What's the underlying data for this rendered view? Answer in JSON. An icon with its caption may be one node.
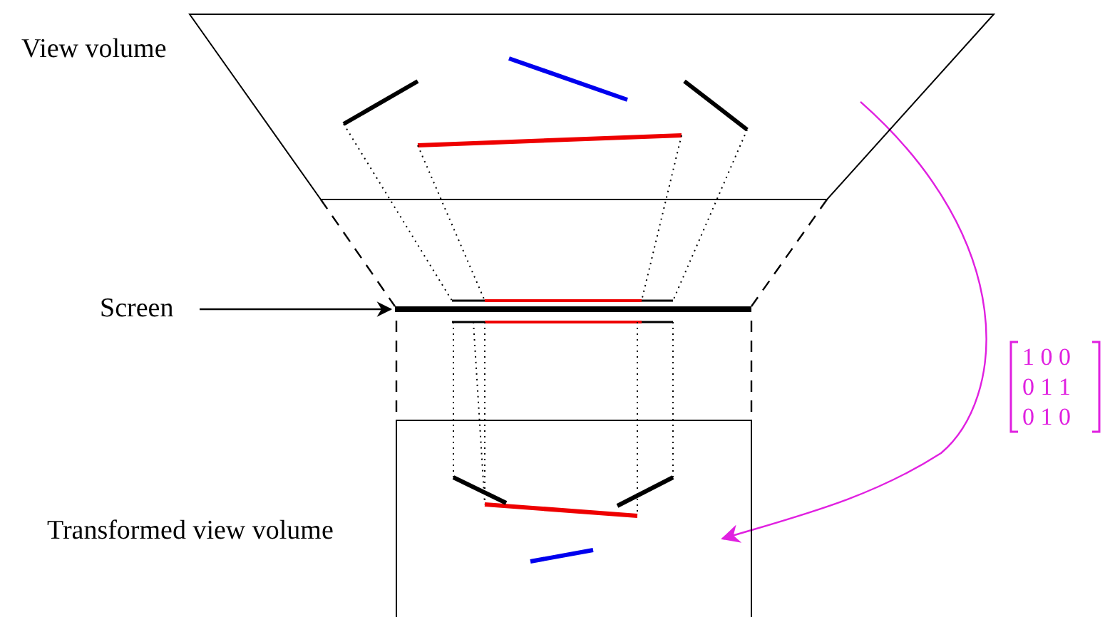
{
  "diagram": {
    "nodes": [
      {
        "text": [
          "View volume"
        ]
      },
      {
        "text": [],
        "shape": "bar"
      },
      {
        "text": [
          "Screen"
        ]
      },
      {
        "text": [
          "Transformed view volume"
        ]
      }
    ],
    "edges": [
      {
        "from": 2,
        "to": 1,
        "arrow": "to"
      },
      {
        "from": 0,
        "to": 3,
        "arrow": "to",
        "color": "#e020e0"
      }
    ],
    "labels": [
      "1 0 0",
      "0 1 1",
      "0 1 0"
    ]
  }
}
